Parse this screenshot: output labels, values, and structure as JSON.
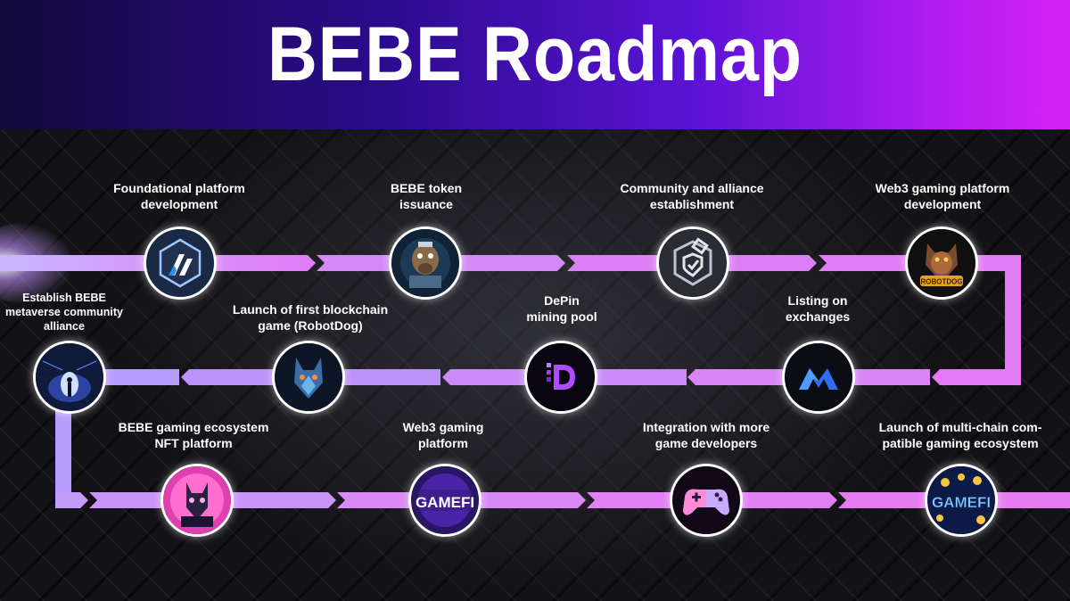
{
  "title": "BEBE Roadmap",
  "colors": {
    "accent": "#d25cf2",
    "header_start": "#120a3a",
    "header_end": "#d421f6"
  },
  "milestones": [
    {
      "label_lines": [
        "Foundational platform",
        "development"
      ],
      "icon": "arbitrum-logo-icon"
    },
    {
      "label_lines": [
        "BEBE token",
        "issuance"
      ],
      "icon": "robot-dog-token-icon"
    },
    {
      "label_lines": [
        "Community and alliance",
        "establishment"
      ],
      "icon": "shield-alliance-icon"
    },
    {
      "label_lines": [
        "Web3 gaming platform",
        "development"
      ],
      "icon": "robotdog-badge-icon"
    },
    {
      "label_lines": [
        "Listing on",
        "exchanges"
      ],
      "icon": "exchange-logo-icon"
    },
    {
      "label_lines": [
        "DePin",
        "mining pool"
      ],
      "icon": "depin-logo-icon"
    },
    {
      "label_lines": [
        "Launch of first blockchain",
        "game (RobotDog)"
      ],
      "icon": "cyber-dog-icon"
    },
    {
      "label_lines": [
        "Establish BEBE",
        "metaverse community",
        "alliance"
      ],
      "icon": "metaverse-portal-icon"
    },
    {
      "label_lines": [
        "BEBE gaming ecosystem",
        "NFT platform"
      ],
      "icon": "nft-dog-icon"
    },
    {
      "label_lines": [
        "Web3 gaming",
        "platform"
      ],
      "icon": "gamefi-icon",
      "icon_text": "GAMEFI"
    },
    {
      "label_lines": [
        "Integration with more",
        "game developers"
      ],
      "icon": "gamepad-icon"
    },
    {
      "label_lines": [
        "Launch of multi-chain com-",
        "patible gaming ecosystem"
      ],
      "icon": "gamefi-coins-icon",
      "icon_text": "GAMEFI"
    }
  ],
  "badge_text": "ROBOTDOG"
}
